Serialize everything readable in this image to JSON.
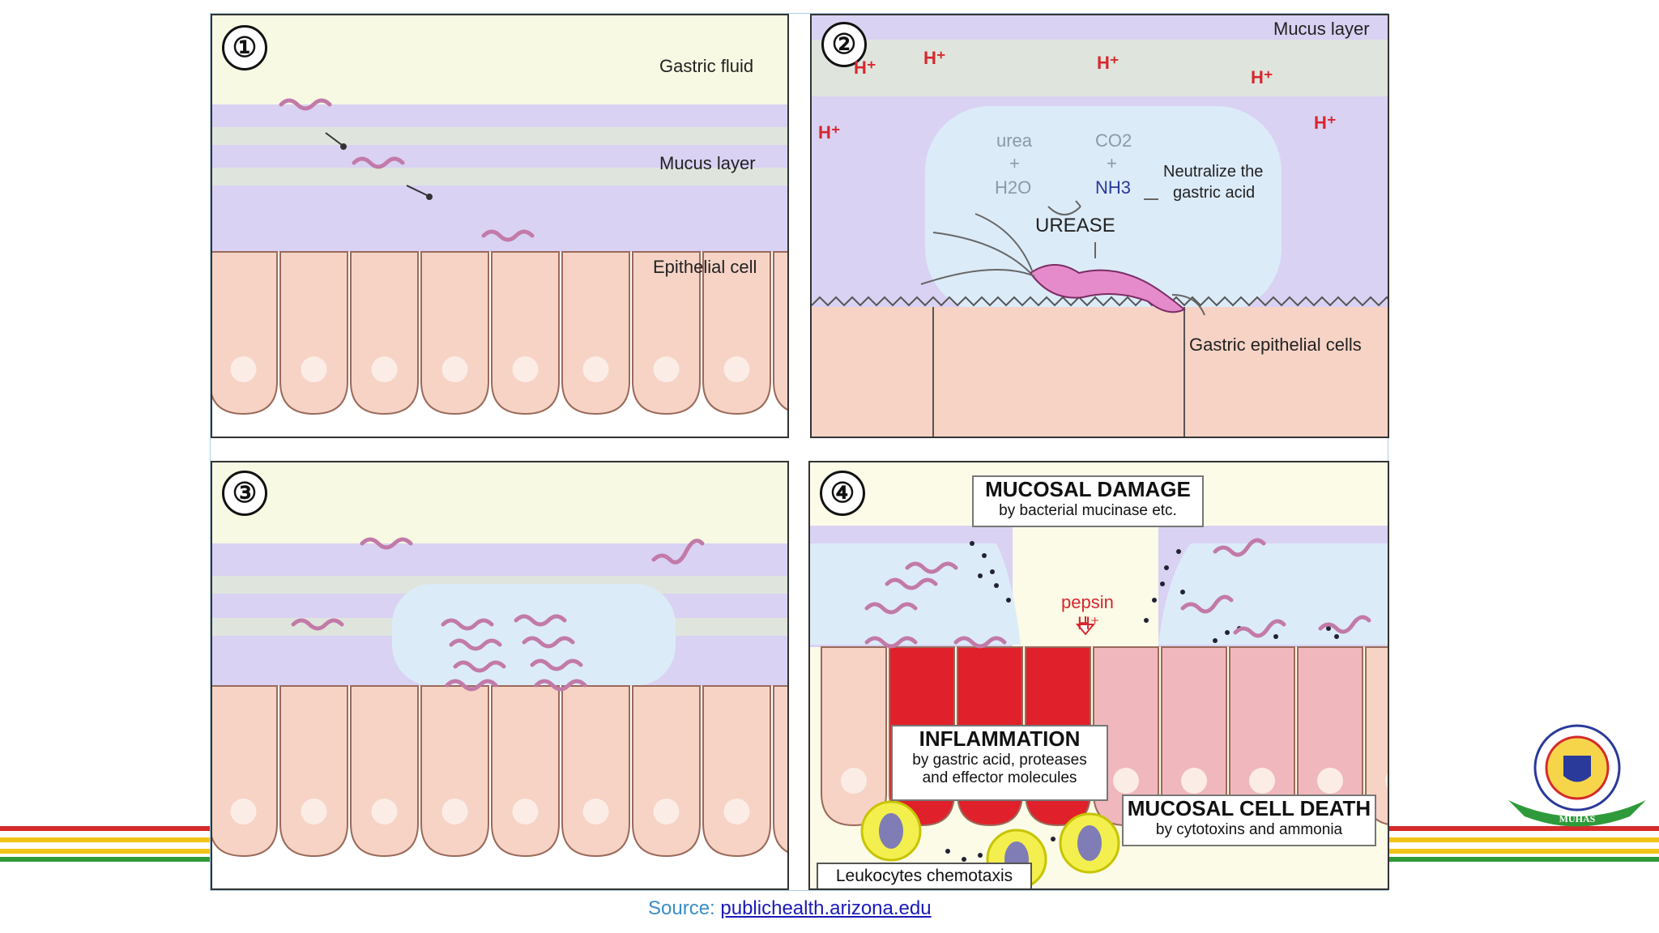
{
  "colors": {
    "gastric_fluid": "#f7f9e3",
    "mucus": "#d9d2f2",
    "cell": "#f6d3c5",
    "urease_zone": "#dcebf8",
    "inflamed": "#e0202a",
    "acid": "#d8262e"
  },
  "panel1": {
    "number": "①",
    "gastric_fluid": "Gastric fluid",
    "mucus_layer": "Mucus layer",
    "epithelial_cell": "Epithelial cell"
  },
  "panel2": {
    "number": "②",
    "mucus_layer": "Mucus layer",
    "proton": "H⁺",
    "urea": "urea",
    "plus": "+",
    "h2o": "H2O",
    "co2": "CO2",
    "nh3": "NH3",
    "neutralize": [
      "Neutralize the",
      "gastric acid"
    ],
    "urease": "UREASE",
    "epithelial": "Gastric epithelial cells"
  },
  "panel3": {
    "number": "③"
  },
  "panel4": {
    "number": "④",
    "mucosal_damage": {
      "title": "MUCOSAL DAMAGE",
      "subtitle": "by bacterial mucinase etc."
    },
    "pepsin": "pepsin",
    "proton": "H⁺",
    "inflammation": {
      "title": "INFLAMMATION",
      "line1": "by gastric acid, proteases",
      "line2": "and effector molecules"
    },
    "cell_death": {
      "title": "MUCOSAL CELL DEATH",
      "subtitle": "by cytotoxins and ammonia"
    },
    "leukocytes": "Leukocytes chemotaxis"
  },
  "source": {
    "label": "Source: ",
    "link": "publichealth.arizona.edu"
  },
  "logo": {
    "text": "MUHAS"
  }
}
